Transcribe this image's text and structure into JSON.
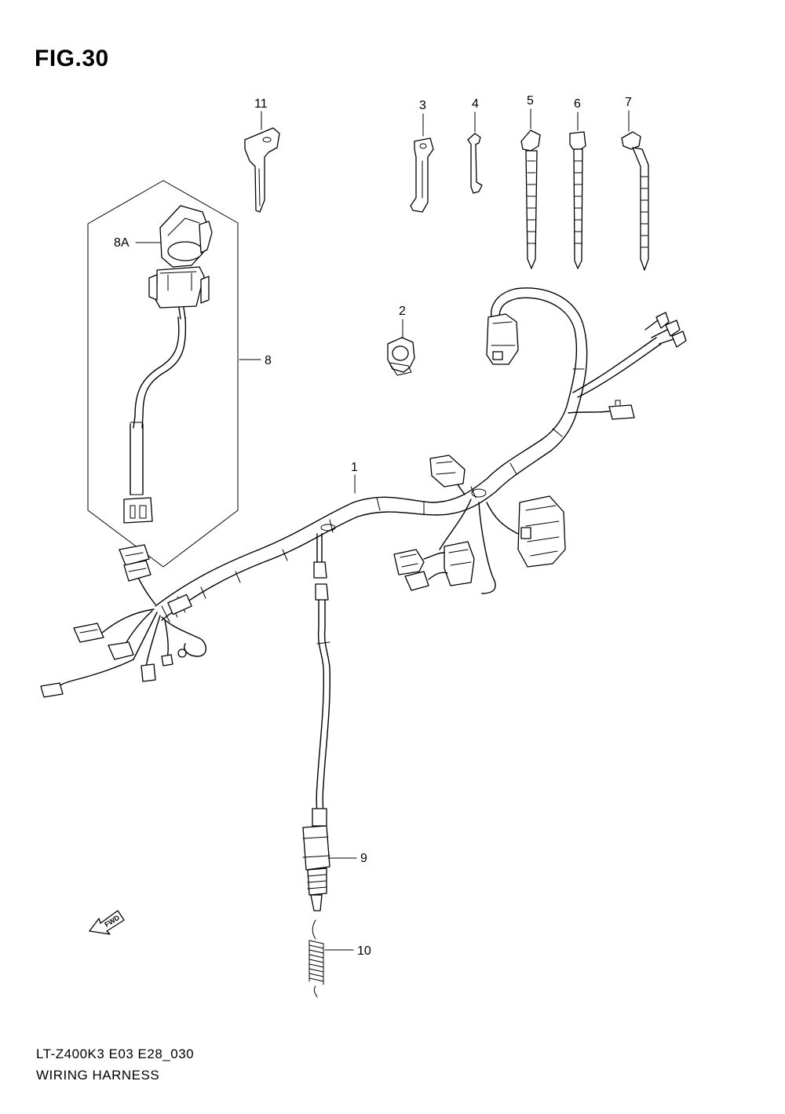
{
  "figure": {
    "title": "FIG.30",
    "model_code": "LT-Z400K3 E03 E28_030",
    "name": "WIRING HARNESS"
  },
  "callouts": {
    "p1": "1",
    "p2": "2",
    "p3": "3",
    "p4": "4",
    "p5": "5",
    "p6": "6",
    "p7": "7",
    "p8": "8",
    "p8a": "8A",
    "p9": "9",
    "p10": "10",
    "p11": "11"
  },
  "direction_arrow": {
    "label": "FWD",
    "icon": "forward-arrow-icon"
  }
}
